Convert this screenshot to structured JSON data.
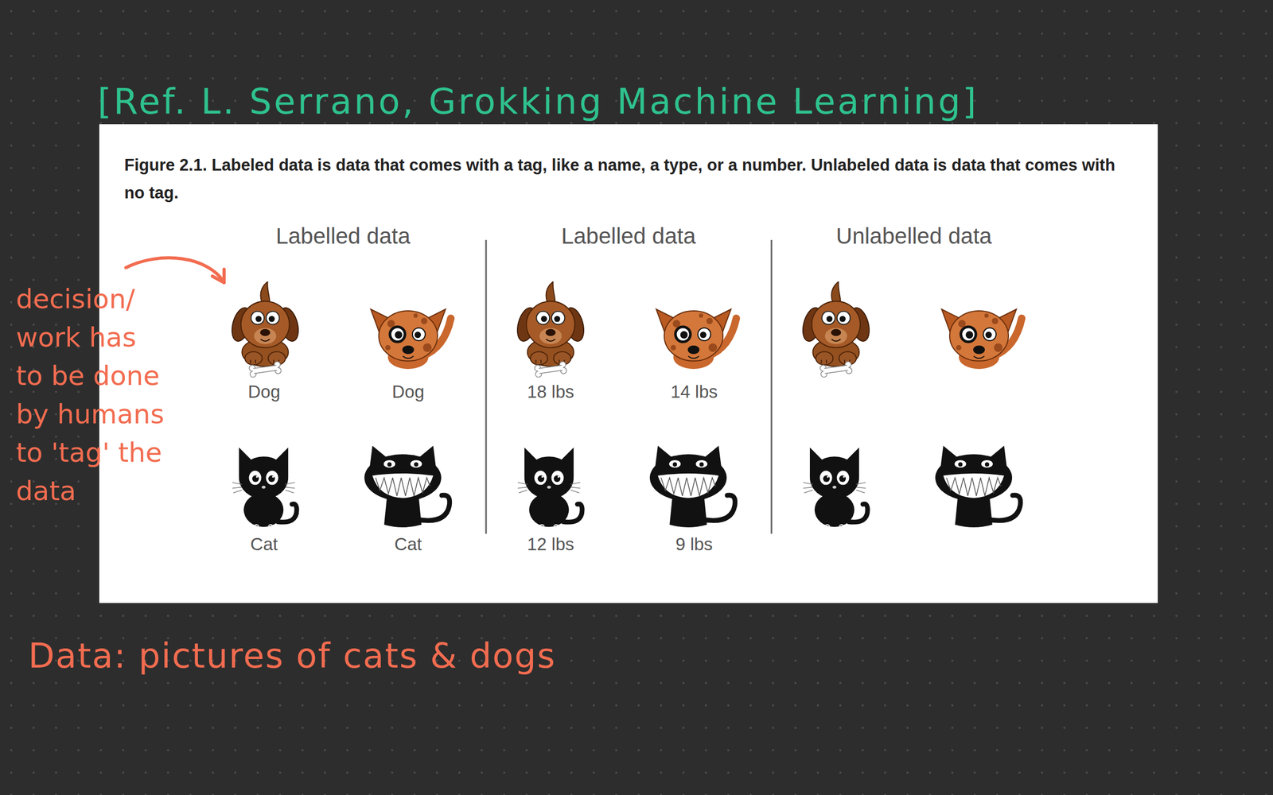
{
  "diagram": {
    "title": "[Ref. L. Serrano, Grokking Machine Learning]",
    "caption": "Figure 2.1. Labeled data is data that comes with a tag, like a name, a type, or a number. Unlabeled data is data that comes with no tag.",
    "labels": [
      "Labelled data",
      "Labelled data",
      "Unlabelled data",
      "decision/ work has to be done by humans to 'tag' the data",
      "Dog",
      "Dog",
      "18 lbs",
      "14 lbs",
      "Cat",
      "Cat",
      "12 lbs",
      "9 lbs",
      "Data: pictures of cats & dogs"
    ]
  }
}
